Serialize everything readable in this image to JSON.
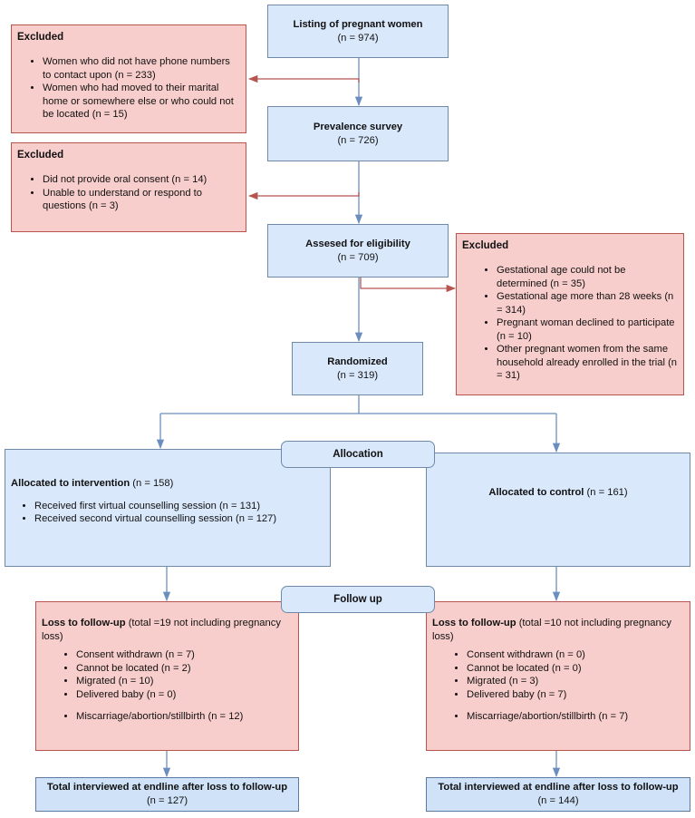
{
  "listing": {
    "title": "Listing of pregnant women",
    "count": "(n = 974)"
  },
  "excluded1": {
    "title": "Excluded",
    "items": [
      "Women who did not have phone numbers to contact upon (n = 233)",
      "Women who had moved to their  marital home or somewhere else or who could not be located (n = 15)"
    ]
  },
  "prevalence": {
    "title": "Prevalence survey",
    "count": "(n = 726)"
  },
  "excluded2": {
    "title": "Excluded",
    "items": [
      "Did not provide oral consent (n = 14)",
      "Unable to understand or respond to questions (n = 3)"
    ]
  },
  "eligibility": {
    "title": "Assesed for eligibility",
    "count": "(n = 709)"
  },
  "excluded3": {
    "title": "Excluded",
    "items": [
      "Gestational age could not be determined (n = 35)",
      "Gestational age more than 28 weeks (n = 314)",
      "Pregnant woman declined to participate (n = 10)",
      "Other pregnant women from the same household already enrolled in the trial (n = 31)"
    ]
  },
  "randomized": {
    "title": "Randomized",
    "count": "(n = 319)"
  },
  "allocation": {
    "label": "Allocation"
  },
  "intervention": {
    "title": "Allocated to intervention",
    "count": " (n = 158)",
    "items": [
      "Received first virtual counselling session (n = 131)",
      "Received second virtual counselling session (n = 127)"
    ]
  },
  "control": {
    "title": "Allocated to control",
    "count": " (n = 161)"
  },
  "followup": {
    "label": "Follow up"
  },
  "loss_left": {
    "title": "Loss to follow-up",
    "subtitle": " (total =19 not including pregnancy loss)",
    "items": [
      "Consent withdrawn (n = 7)",
      "Cannot be located (n = 2)",
      "Migrated (n = 10)",
      "Delivered baby (n = 0)"
    ],
    "extra": "Miscarriage/abortion/stillbirth (n = 12)"
  },
  "loss_right": {
    "title": "Loss to follow-up",
    "subtitle": " (total =10 not including pregnancy loss)",
    "items": [
      "Consent withdrawn (n = 0)",
      "Cannot be located (n = 0)",
      "Migrated (n = 3)",
      "Delivered baby (n = 7)"
    ],
    "extra": "Miscarriage/abortion/stillbirth (n = 7)"
  },
  "endline_left": {
    "title": "Total interviewed at endline after loss to follow-up",
    "count": "(n = 127)"
  },
  "endline_right": {
    "title": "Total interviewed at endline after loss to follow-up",
    "count": "(n = 144)"
  },
  "colors": {
    "blue_fill": "#dae8fc",
    "red_fill": "#f8cecc",
    "blue_line": "#6c8ebf",
    "red_line": "#b85450"
  }
}
